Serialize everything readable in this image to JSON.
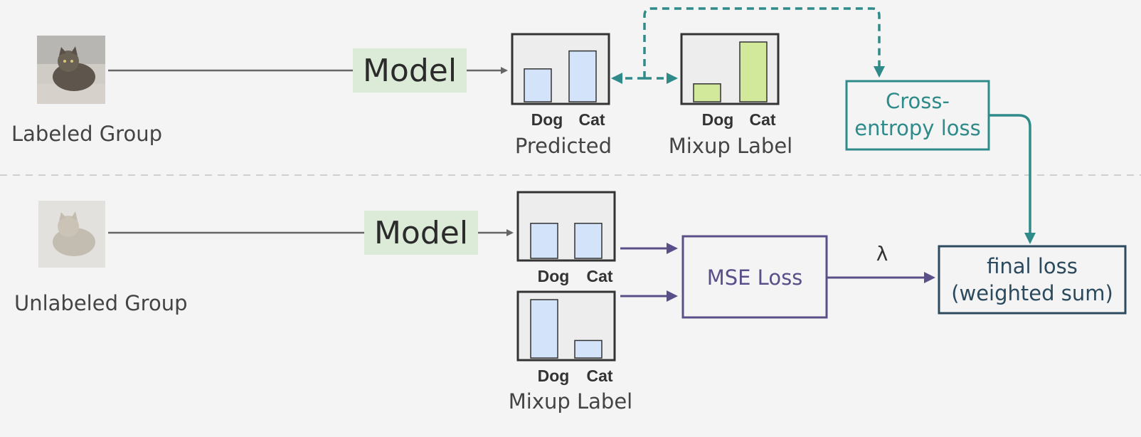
{
  "labeled": {
    "group_label": "Labeled Group",
    "model_label": "Model",
    "predicted": {
      "caption": "Predicted",
      "categories": [
        "Dog",
        "Cat"
      ],
      "values": [
        0.55,
        0.85
      ]
    },
    "mixup": {
      "caption": "Mixup Label",
      "categories": [
        "Dog",
        "Cat"
      ],
      "values": [
        0.3,
        1.0
      ]
    },
    "loss_label_line1": "Cross-",
    "loss_label_line2": "entropy loss"
  },
  "unlabeled": {
    "group_label": "Unlabeled Group",
    "model_label": "Model",
    "predicted": {
      "categories": [
        "Dog",
        "Cat"
      ],
      "values": [
        0.6,
        0.6
      ]
    },
    "mixup": {
      "caption": "Mixup Label",
      "categories": [
        "Dog",
        "Cat"
      ],
      "values": [
        1.0,
        0.3
      ]
    },
    "loss_label": "MSE Loss"
  },
  "weight_symbol": "λ",
  "final_loss_line1": "final loss",
  "final_loss_line2": "(weighted sum)",
  "colors": {
    "teal": "#2f8a8a",
    "purple": "#5b4f8a",
    "navy": "#2c4a5e",
    "model_bg": "#dcebd8",
    "bar_blue": "#d2e3fa",
    "bar_green": "#d2e89b",
    "chart_bg": "#ededed"
  }
}
